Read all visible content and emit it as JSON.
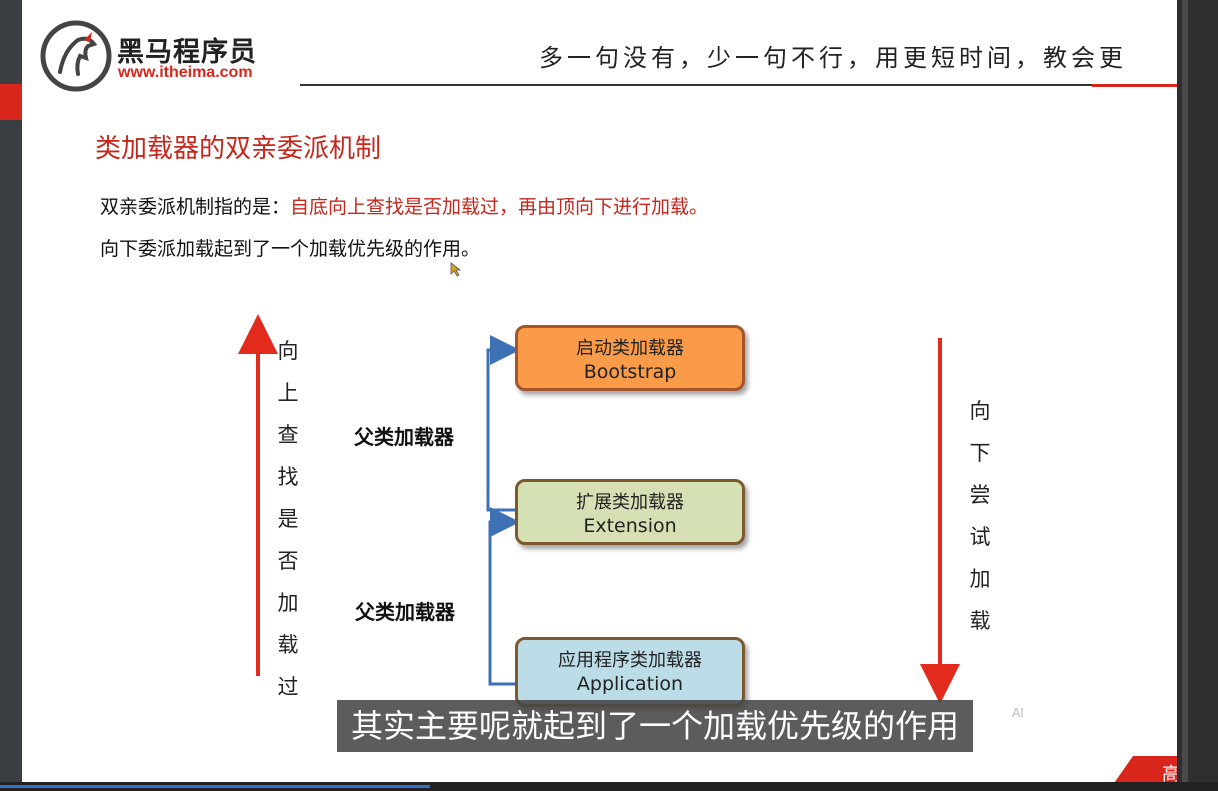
{
  "brand": {
    "name": "黑马程序员",
    "site": "www.itheima.com",
    "slogan": "多一句没有，少一句不行，用更短时间，教会更"
  },
  "slide": {
    "title": "类加载器的双亲委派机制",
    "line1_prefix": "双亲委派机制指的是：",
    "line1_highlight": "自底向上查找是否加载过，再由顶向下进行加载。",
    "line2": "向下委派加载起到了一个加载优先级的作用。",
    "left_vertical": [
      "向",
      "上",
      "查",
      "找",
      "是",
      "否",
      "加",
      "载",
      "过"
    ],
    "right_vertical": [
      "向",
      "下",
      "尝",
      "试",
      "加",
      "载"
    ],
    "parent_label_1": "父类加载器",
    "parent_label_2": "父类加载器",
    "boxes": [
      {
        "cn": "启动类加载器",
        "en": "Bootstrap"
      },
      {
        "cn": "扩展类加载器",
        "en": "Extension"
      },
      {
        "cn": "应用程序类加载器",
        "en": "Application"
      }
    ]
  },
  "subtitle": "其实主要呢就起到了一个加载优先级的作用",
  "ai_mark": "AI",
  "corner_text": "高",
  "colors": {
    "accent_red": "#c6261b",
    "arrow_blue": "#3f72b5",
    "box_orange": "#f99b48",
    "box_green": "#d6e0b5",
    "box_blue": "#bcdde8"
  }
}
